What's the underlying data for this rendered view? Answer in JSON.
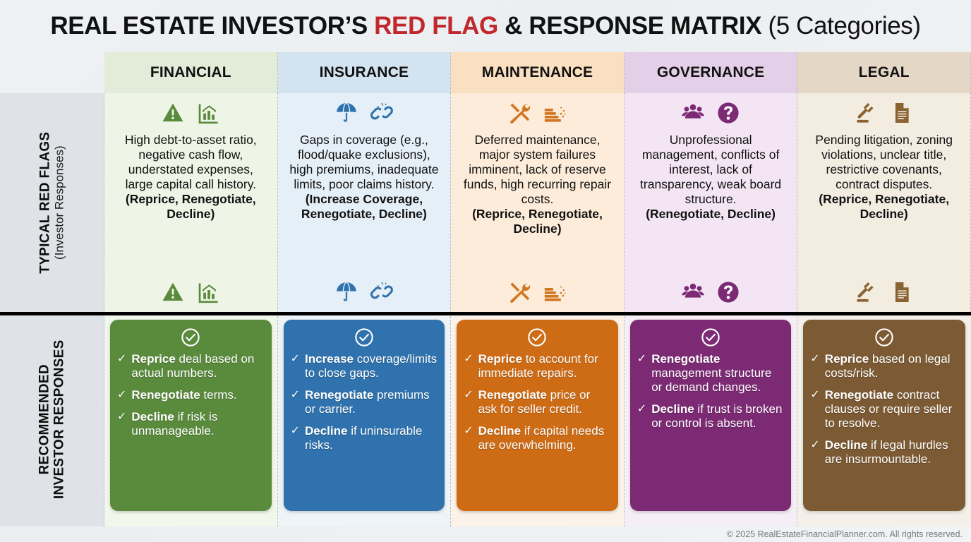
{
  "title": {
    "part1": "REAL ESTATE INVESTOR’S ",
    "highlight": "RED FLAG",
    "part2": " & RESPONSE MATRIX ",
    "paren": "(5 Categories)",
    "highlight_color": "#c0282d"
  },
  "row_labels": {
    "flags_main": "TYPICAL RED FLAGS",
    "flags_sub": "(Investor Responses)",
    "responses_line1": "RECOMMENDED",
    "responses_line2": "INVESTOR RESPONSES"
  },
  "columns": [
    {
      "header": "FINANCIAL",
      "header_bg": "#e2ecd8",
      "flag_bg": "#eef5e6",
      "resp_bg": "#f2f7ec",
      "icon_color": "#5a8a3c",
      "card_color": "#5a8a3c",
      "icons": [
        "warning-triangle-icon",
        "bar-chart-house-icon"
      ],
      "flag_text": "High debt-to-asset ratio, negative cash flow, understated expenses, large capital call history.",
      "flag_response": "(Reprice, Renegotiate, Decline)",
      "bullets": [
        {
          "bold": "Reprice",
          "rest": " deal based on actual numbers."
        },
        {
          "bold": "Renegotiate",
          "rest": " terms."
        },
        {
          "bold": "Decline",
          "rest": " if risk is unmanageable."
        }
      ]
    },
    {
      "header": "INSURANCE",
      "header_bg": "#d4e3f0",
      "flag_bg": "#e5eff7",
      "resp_bg": "#eef4f8",
      "icon_color": "#2f72ad",
      "card_color": "#2f72ad",
      "icons": [
        "umbrella-icon",
        "broken-chain-icon"
      ],
      "flag_text": "Gaps in coverage (e.g., flood/quake exclusions), high premiums, inadequate limits, poor claims history.",
      "flag_response": "(Increase Coverage, Renegotiate, Decline)",
      "bullets": [
        {
          "bold": "Increase",
          "rest": " coverage/limits to close gaps."
        },
        {
          "bold": "Renegotiate",
          "rest": " premiums or carrier."
        },
        {
          "bold": "Decline",
          "rest": " if uninsurable risks."
        }
      ]
    },
    {
      "header": "MAINTENANCE",
      "header_bg": "#fadfc0",
      "flag_bg": "#fcecd9",
      "resp_bg": "#fbf2e8",
      "icon_color": "#d2761f",
      "card_color": "#ce6c16",
      "icons": [
        "tools-icon",
        "crumbling-brick-wall-icon"
      ],
      "flag_text": "Deferred maintenance, major system failures imminent, lack of reserve funds, high recurring repair costs.",
      "flag_response": "(Reprice, Renegotiate, Decline)",
      "bullets": [
        {
          "bold": "Reprice",
          "rest": " to account for immediate repairs."
        },
        {
          "bold": "Renegotiate",
          "rest": " price or ask for seller credit."
        },
        {
          "bold": "Decline",
          "rest": " if capital needs are overwhelming."
        }
      ]
    },
    {
      "header": "GOVERNANCE",
      "header_bg": "#e3cfe7",
      "flag_bg": "#f3e5f4",
      "resp_bg": "#f6eef6",
      "icon_color": "#7c2a74",
      "card_color": "#7c2a74",
      "icons": [
        "people-group-icon",
        "question-mark-circle-icon"
      ],
      "flag_text": "Unprofessional management, conflicts of interest, lack of transparency, weak board structure.",
      "flag_response": "(Renegotiate, Decline)",
      "bullets": [
        {
          "bold": "Renegotiate",
          "rest": " management structure or demand changes."
        },
        {
          "bold": "Decline",
          "rest": " if trust is broken or control is absent."
        }
      ]
    },
    {
      "header": "LEGAL",
      "header_bg": "#e4d7c6",
      "flag_bg": "#f2ece1",
      "resp_bg": "#f4f0e9",
      "icon_color": "#8a6333",
      "card_color": "#7c5a33",
      "icons": [
        "gavel-icon",
        "document-icon"
      ],
      "flag_text": "Pending litigation, zoning violations, unclear title, restrictive covenants, contract disputes.",
      "flag_response": "(Reprice, Renegotiate, Decline)",
      "bullets": [
        {
          "bold": "Reprice",
          "rest": " based on legal costs/risk."
        },
        {
          "bold": "Renegotiate",
          "rest": " contract clauses or require seller to resolve."
        },
        {
          "bold": "Decline",
          "rest": " if legal hurdles are insurmountable."
        }
      ]
    }
  ],
  "check_icon": "check-circle-icon",
  "tick_glyph": "✓",
  "footer": "© 2025 RealEstateFinancialPlanner.com. All rights reserved."
}
